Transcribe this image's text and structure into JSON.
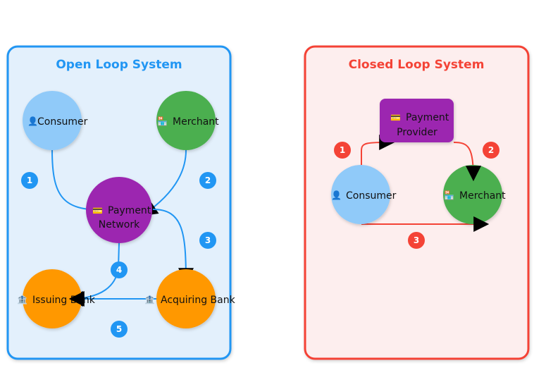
{
  "colors": {
    "open_accent": "#2196F3",
    "open_bg": "#E3F0FC",
    "closed_accent": "#F44336",
    "closed_bg": "#FDEEEE",
    "consumer": "#90CAF9",
    "merchant": "#4CAF50",
    "payment": "#9C27B0",
    "bank": "#FF9800"
  },
  "open_loop": {
    "title": "Open Loop System",
    "nodes": {
      "consumer": {
        "label": "Consumer",
        "icon": "person-icon"
      },
      "merchant": {
        "label": "Merchant",
        "icon": "store-icon"
      },
      "network": {
        "label_line1": "Payment",
        "label_line2": "Network",
        "icon": "credit-card-icon"
      },
      "issuing": {
        "label": "Issuing Bank",
        "icon": "bank-icon"
      },
      "acquiring": {
        "label": "Acquiring Bank",
        "icon": "bank-icon"
      }
    },
    "steps": [
      "1",
      "2",
      "3",
      "4",
      "5"
    ]
  },
  "closed_loop": {
    "title": "Closed Loop System",
    "nodes": {
      "provider": {
        "label_line1": "Payment",
        "label_line2": "Provider",
        "icon": "credit-card-icon"
      },
      "consumer": {
        "label": "Consumer",
        "icon": "person-icon"
      },
      "merchant": {
        "label": "Merchant",
        "icon": "store-icon"
      }
    },
    "steps": [
      "1",
      "2",
      "3"
    ]
  }
}
